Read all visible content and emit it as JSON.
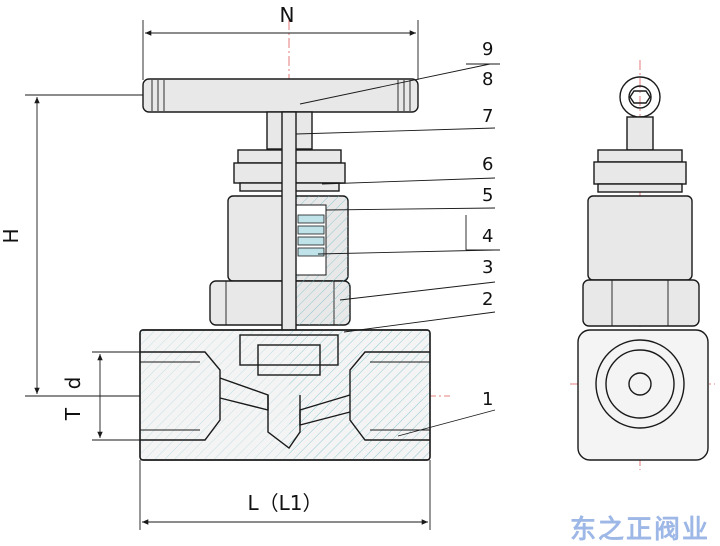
{
  "dimensions": {
    "n": "N",
    "h": "H",
    "t": "T",
    "d": "d",
    "l": "L（L1）"
  },
  "part_labels": [
    "9",
    "8",
    "7",
    "6",
    "5",
    "4",
    "3",
    "2",
    "1"
  ],
  "watermark": "东之正阀业",
  "colors": {
    "line": "#1a1a1a",
    "centerline": "#e05a5a",
    "hatch": "#6ab8c4",
    "watermark": "#9db7e6"
  }
}
